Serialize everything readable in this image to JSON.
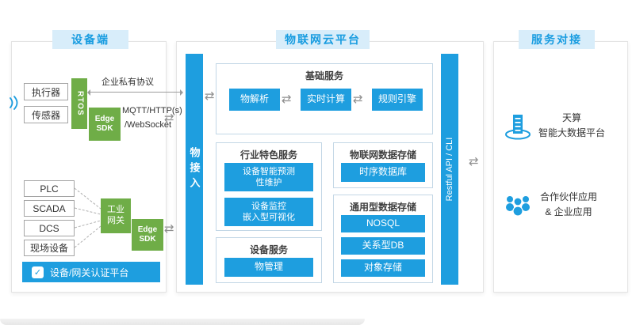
{
  "icons": {
    "exchange": "⇄",
    "check": "✓"
  },
  "tabs": {
    "device": "设备端",
    "cloud": "物联网云平台",
    "service": "服务对接"
  },
  "device_panel": {
    "actuator": "执行器",
    "sensor": "传感器",
    "rtos": "RTOS",
    "edge_line1": "Edge",
    "edge_line2": "SDK",
    "private_protocol": "企业私有协议",
    "mqtt": "MQTT/HTTP(s)",
    "websocket": "/WebSocket",
    "devices": [
      "PLC",
      "SCADA",
      "DCS",
      "现场设备"
    ],
    "gateway_line1": "工业",
    "gateway_line2": "网关",
    "auth_platform": "设备/网关认证平台"
  },
  "cloud_panel": {
    "thing_access": "物接入",
    "restful_api": "Restful API / CLI",
    "basic": {
      "title": "基础服务",
      "items": [
        "物解析",
        "实时计算",
        "规则引擎"
      ]
    },
    "industry": {
      "title": "行业特色服务",
      "box1_line1": "设备智能预测",
      "box1_line2": "性维护",
      "box2_line1": "设备监控",
      "box2_line2": "嵌入型可视化"
    },
    "iot_storage": {
      "title": "物联网数据存储",
      "item": "时序数据库"
    },
    "general_storage": {
      "title": "通用型数据存储",
      "items": [
        "NOSQL",
        "关系型DB",
        "对象存储"
      ]
    },
    "device_service": {
      "title": "设备服务",
      "item": "物管理"
    }
  },
  "service_panel": {
    "tiansuan_line1": "天算",
    "tiansuan_line2": "智能大数据平台",
    "partner_line1": "合作伙伴应用",
    "partner_line2": "& 企业应用"
  }
}
